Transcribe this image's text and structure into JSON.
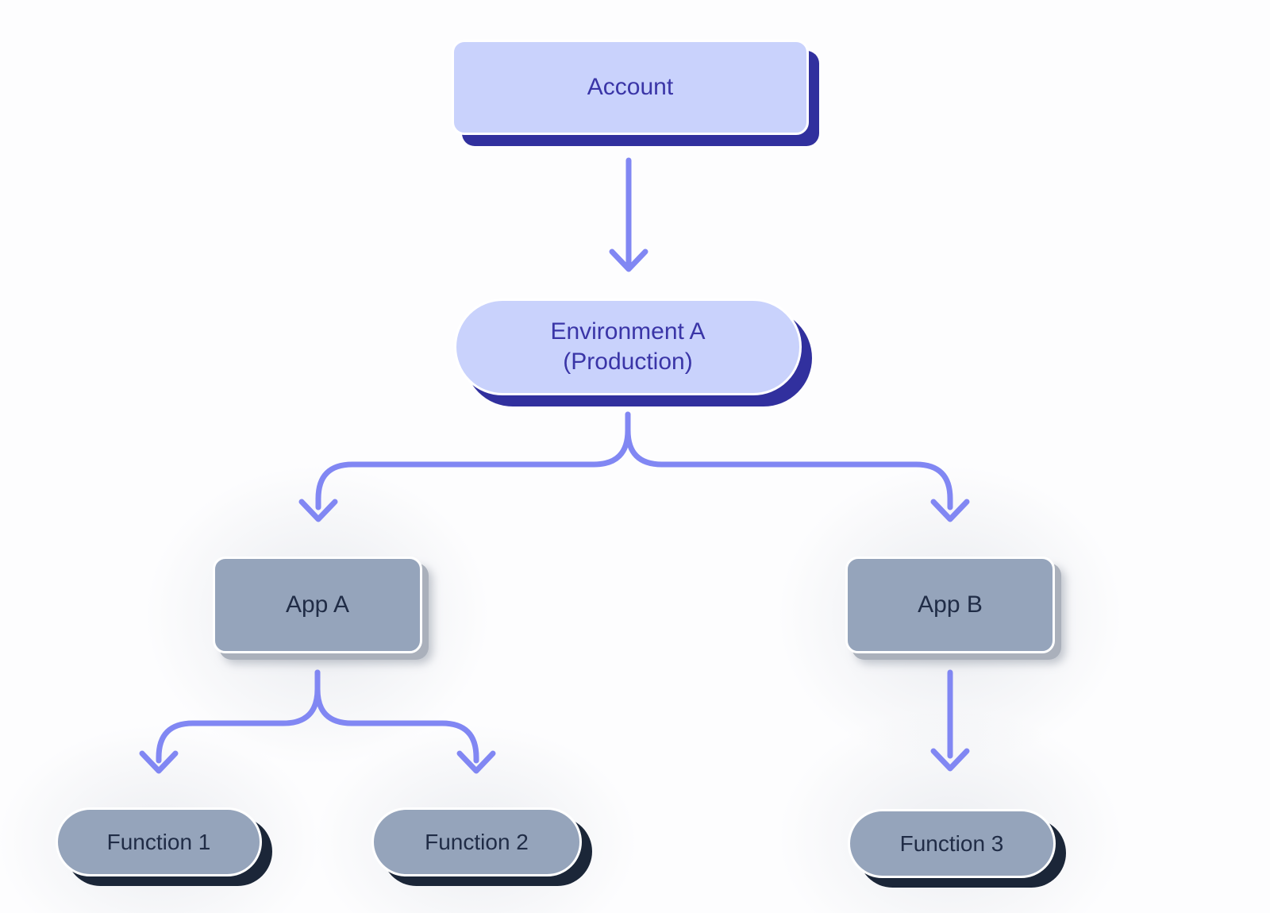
{
  "diagram": {
    "type": "hierarchy-flowchart",
    "colors": {
      "arrow": "#8187f3",
      "indigo_node_fill": "#c9d2fc",
      "indigo_node_shadow": "#31309e",
      "indigo_node_text": "#3a35a7",
      "gray_node_fill": "#95a4bb",
      "gray_node_soft_shadow": "#aab0bb",
      "gray_node_dark_shadow": "#1b2638",
      "gray_node_text": "#202c46",
      "node_border": "#ffffff",
      "background": "#fdfdfe"
    },
    "nodes": {
      "account": {
        "label": "Account",
        "shape": "rounded-rect",
        "variant": "indigo"
      },
      "env_a": {
        "label": "Environment A",
        "sublabel": "(Production)",
        "shape": "pill",
        "variant": "indigo"
      },
      "app_a": {
        "label": "App A",
        "shape": "rounded-rect",
        "variant": "gray"
      },
      "app_b": {
        "label": "App B",
        "shape": "rounded-rect",
        "variant": "gray"
      },
      "fn_1": {
        "label": "Function 1",
        "shape": "pill",
        "variant": "gray"
      },
      "fn_2": {
        "label": "Function 2",
        "shape": "pill",
        "variant": "gray"
      },
      "fn_3": {
        "label": "Function 3",
        "shape": "pill",
        "variant": "gray"
      }
    },
    "edges": [
      {
        "from": "account",
        "to": "env_a"
      },
      {
        "from": "env_a",
        "to": "app_a"
      },
      {
        "from": "env_a",
        "to": "app_b"
      },
      {
        "from": "app_a",
        "to": "fn_1"
      },
      {
        "from": "app_a",
        "to": "fn_2"
      },
      {
        "from": "app_b",
        "to": "fn_3"
      }
    ]
  }
}
